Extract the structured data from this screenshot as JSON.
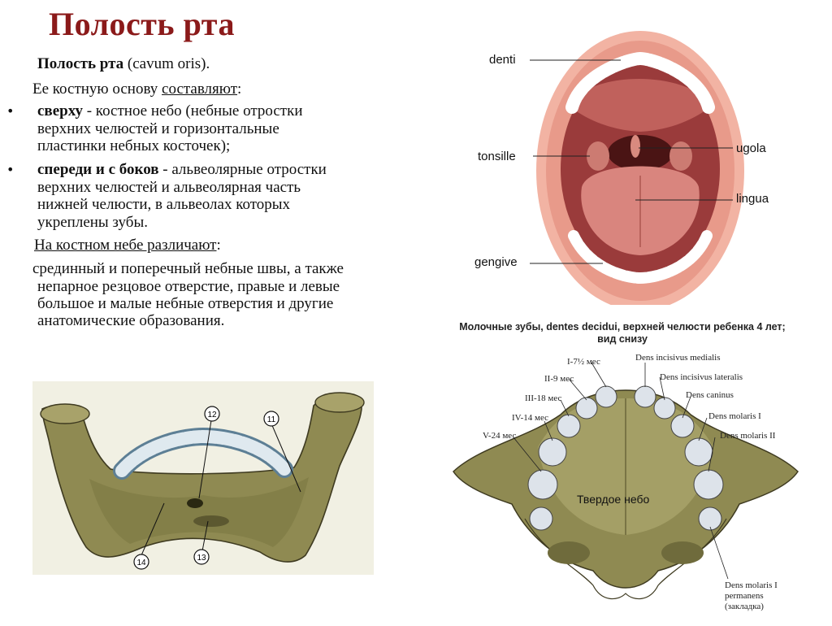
{
  "title": "Полость рта",
  "text": {
    "l1_bold": "Полость рта",
    "l1_rest": " (cavum oris).",
    "l2_pre": "Ее костную основу ",
    "l2_u": "составляют",
    "l2_post": ":",
    "b1_bold": "сверху",
    "b1_rest": " - костное небо (небные отростки",
    "b1_l2": "верхних челюстей и горизонтальные",
    "b1_l3": "пластинки небных косточек);",
    "b2_bold": "спереди и с боков",
    "b2_rest": " - альвеолярные отростки",
    "b2_l2": "верхних челюстей и альвеолярная часть",
    "b2_l3": "нижней челюсти, в альвеолах которых",
    "b2_l4": "укреплены зубы.",
    "l3_u": "На костном небе различают",
    "l3_post": ":",
    "p1": "срединный и поперечный небные швы, а также",
    "p2": "непарное резцовое отверстие, правые и левые",
    "p3": "большое и малые небные отверстия и другие",
    "p4": "анатомические образования.",
    "bullet_char": "•"
  },
  "mandible": {
    "labels": [
      "12",
      "11",
      "14",
      "13"
    ]
  },
  "mouth": {
    "labels": {
      "denti": "denti",
      "tonsille": "tonsille",
      "ugola": "ugola",
      "lingua": "lingua",
      "gengive": "gengive"
    }
  },
  "maxilla": {
    "caption_l1": "Молочные зубы, dentes decidui, верхней челюсти ребенка 4 лет;",
    "caption_l2": "вид снизу",
    "left_labels": [
      "I-7½ мес",
      "II-9 мес",
      "III-18 мес",
      "IV-14 мес",
      "V-24 мес"
    ],
    "right_labels": [
      "Dens incisivus medialis",
      "Dens incisivus lateralis",
      "Dens caninus",
      "Dens molaris I",
      "Dens molaris II"
    ],
    "bottom_label_l1": "Dens molaris I",
    "bottom_label_l2": "permanens",
    "bottom_label_l3": "(закладка)",
    "center_label": "Твердое небо"
  },
  "colors": {
    "title": "#8b1a1a",
    "bone": "#8f8a52",
    "mouth_outer": "#f2b3a3",
    "mouth_inner": "#9a3b3b"
  }
}
